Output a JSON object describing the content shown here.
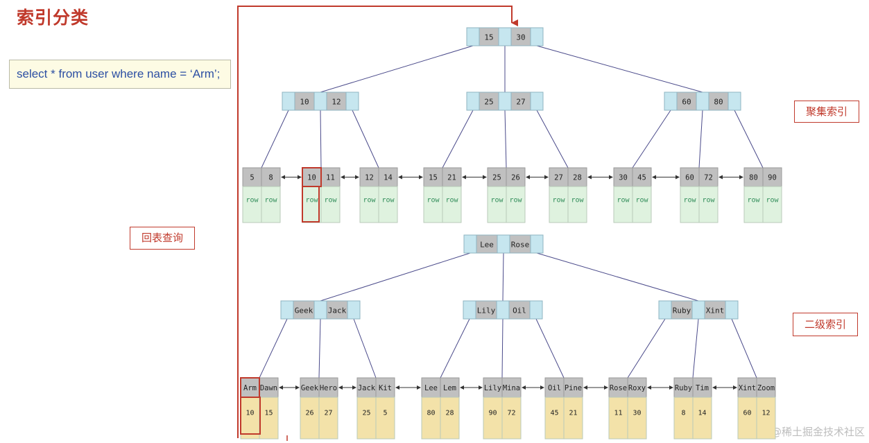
{
  "title": "索引分类",
  "query": "select * from user where name = ‘Arm’;",
  "labels": {
    "clustered_index": "聚集索引",
    "secondary_index": "二级索引",
    "table_lookup": "回表查询"
  },
  "watermark": "@稀土掘金技术社区",
  "colors": {
    "accent_red": "#c0392b",
    "pointer_cell": "#c6e6ef",
    "key_cell": "#c0c0c0",
    "clustered_leaf": "#dff2df",
    "secondary_leaf": "#f3e2a9",
    "sql_text": "#2c4fa3"
  },
  "clustered_tree": {
    "root": [
      "15",
      "30"
    ],
    "internal": [
      [
        "10",
        "12"
      ],
      [
        "25",
        "27"
      ],
      [
        "60",
        "80"
      ]
    ],
    "leaves": [
      {
        "keys": [
          "5",
          "8"
        ],
        "data": [
          "row",
          "row"
        ]
      },
      {
        "keys": [
          "10",
          "11"
        ],
        "data": [
          "row",
          "row"
        ]
      },
      {
        "keys": [
          "12",
          "14"
        ],
        "data": [
          "row",
          "row"
        ]
      },
      {
        "keys": [
          "15",
          "21"
        ],
        "data": [
          "row",
          "row"
        ]
      },
      {
        "keys": [
          "25",
          "26"
        ],
        "data": [
          "row",
          "row"
        ]
      },
      {
        "keys": [
          "27",
          "28"
        ],
        "data": [
          "row",
          "row"
        ]
      },
      {
        "keys": [
          "30",
          "45"
        ],
        "data": [
          "row",
          "row"
        ]
      },
      {
        "keys": [
          "60",
          "72"
        ],
        "data": [
          "row",
          "row"
        ]
      },
      {
        "keys": [
          "80",
          "90"
        ],
        "data": [
          "row",
          "row"
        ]
      }
    ]
  },
  "secondary_tree": {
    "root": [
      "Lee",
      "Rose"
    ],
    "internal": [
      [
        "Geek",
        "Jack"
      ],
      [
        "Lily",
        "Oil"
      ],
      [
        "Ruby",
        "Xint"
      ]
    ],
    "leaves": [
      {
        "keys": [
          "Arm",
          "Dawn"
        ],
        "data": [
          "10",
          "15"
        ]
      },
      {
        "keys": [
          "Geek",
          "Hero"
        ],
        "data": [
          "26",
          "27"
        ]
      },
      {
        "keys": [
          "Jack",
          "Kit"
        ],
        "data": [
          "25",
          "5"
        ]
      },
      {
        "keys": [
          "Lee",
          "Lem"
        ],
        "data": [
          "80",
          "28"
        ]
      },
      {
        "keys": [
          "Lily",
          "Mina"
        ],
        "data": [
          "90",
          "72"
        ]
      },
      {
        "keys": [
          "Oil",
          "Pine"
        ],
        "data": [
          "45",
          "21"
        ]
      },
      {
        "keys": [
          "Rose",
          "Roxy"
        ],
        "data": [
          "11",
          "30"
        ]
      },
      {
        "keys": [
          "Ruby",
          "Tim"
        ],
        "data": [
          "8",
          "14"
        ]
      },
      {
        "keys": [
          "Xint",
          "Zoom"
        ],
        "data": [
          "60",
          "12"
        ]
      }
    ]
  }
}
